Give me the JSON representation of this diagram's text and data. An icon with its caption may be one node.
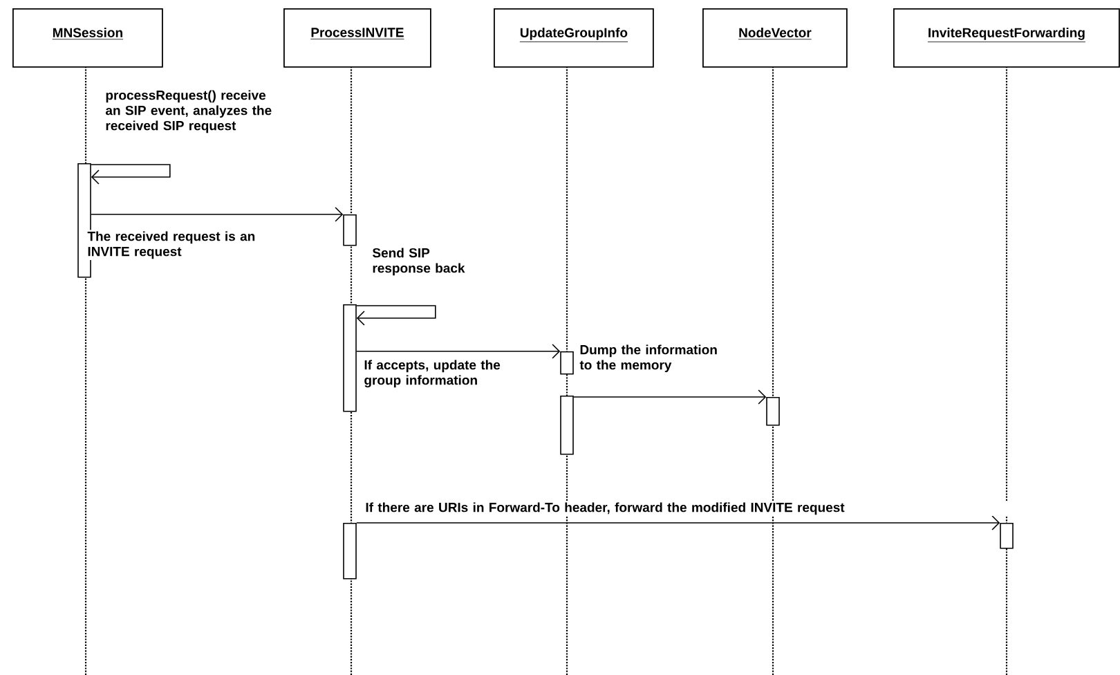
{
  "diagram": {
    "nodes": [
      {
        "text": [
          "MNSession"
        ]
      },
      {
        "text": [
          "ProcessINVITE"
        ]
      },
      {
        "text": [
          "UpdateGroupInfo"
        ]
      },
      {
        "text": [
          "NodeVector"
        ]
      },
      {
        "text": [
          "InviteRequestForwarding"
        ]
      },
      {
        "text": [],
        "shape": "bar"
      },
      {
        "text": [],
        "shape": "bar"
      },
      {
        "text": [],
        "shape": "bar"
      },
      {
        "text": [],
        "shape": "bar"
      },
      {
        "text": [],
        "shape": "bar"
      },
      {
        "text": [],
        "shape": "bar"
      },
      {
        "text": [],
        "shape": "bar"
      },
      {
        "text": [],
        "shape": "bar"
      }
    ],
    "edges": [
      {
        "from": 5,
        "to": 5,
        "arrow": "to",
        "label": "processRequest() receive an SIP event, analyzes the received SIP request"
      },
      {
        "from": 5,
        "to": 6,
        "arrow": "to",
        "label": "The received request is an INVITE request"
      },
      {
        "from": 7,
        "to": 7,
        "arrow": "to",
        "label": "Send SIP response back"
      },
      {
        "from": 7,
        "to": 8,
        "arrow": "to",
        "label": "If accepts, update the group information"
      },
      {
        "from": 9,
        "to": 10,
        "arrow": "to",
        "label": "Dump the information to the memory"
      },
      {
        "from": 11,
        "to": 12,
        "arrow": "to",
        "label": "If there are URIs in Forward-To header, forward the modified INVITE request"
      }
    ]
  }
}
